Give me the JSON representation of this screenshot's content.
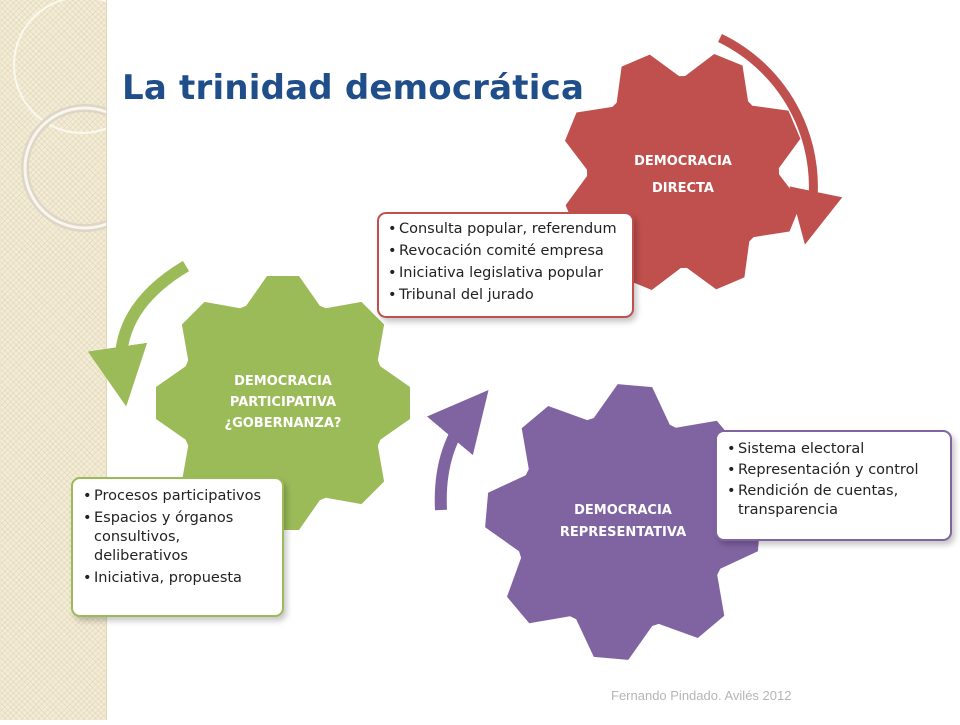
{
  "slide": {
    "title": "La trinidad democrática",
    "footer": "Fernando Pindado. Avilés 2012"
  },
  "gears": {
    "directa": {
      "lines": [
        "DEMOCRACIA",
        "DIRECTA"
      ],
      "color": "#c0504d"
    },
    "participativa": {
      "lines": [
        "DEMOCRACIA",
        "PARTICIPATIVA",
        "¿GOBERNANZA?"
      ],
      "color": "#9bbb59"
    },
    "representativa": {
      "lines": [
        "DEMOCRACIA",
        "REPRESENTATIVA"
      ],
      "color": "#8064a2"
    }
  },
  "boxes": {
    "directa": {
      "items": [
        "Consulta popular, referendum",
        "Revocación comité empresa",
        "Iniciativa legislativa popular",
        "Tribunal del jurado"
      ]
    },
    "participativa": {
      "items": [
        "Procesos participativos",
        "Espacios y órganos consultivos, deliberativos",
        "Iniciativa, propuesta"
      ]
    },
    "representativa": {
      "items": [
        "Sistema electoral",
        "Representación y control",
        "Rendición de cuentas, transparencia"
      ]
    }
  },
  "colors": {
    "title": "#1f4e8a",
    "red": "#c0504d",
    "green": "#9bbb59",
    "purple": "#8064a2"
  }
}
